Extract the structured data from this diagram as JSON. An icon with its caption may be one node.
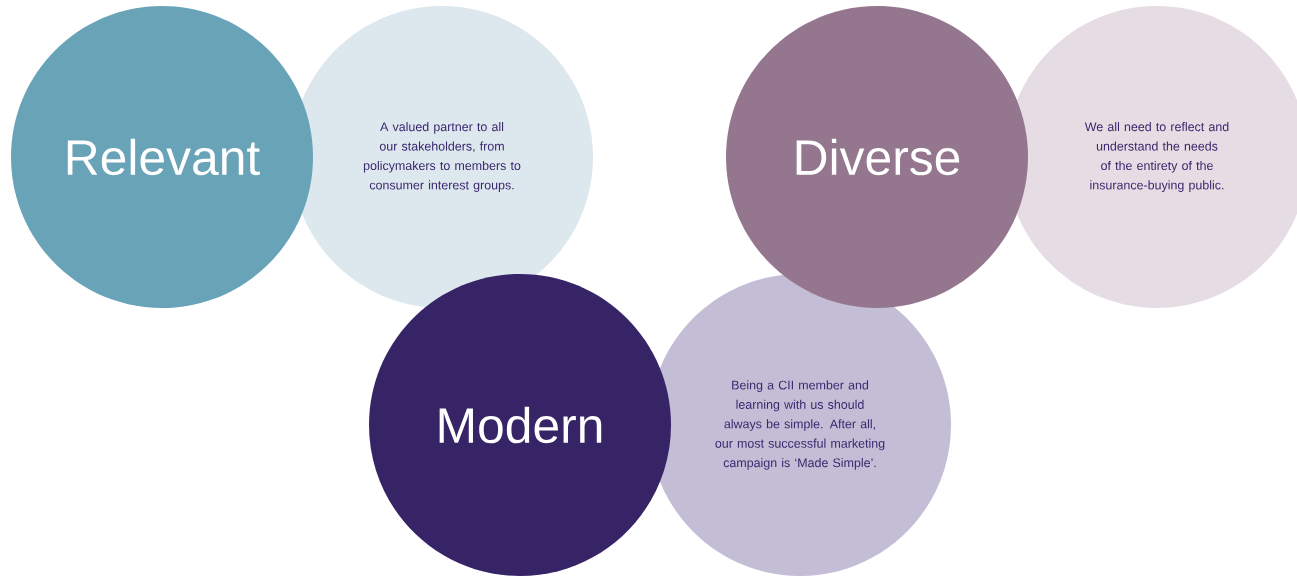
{
  "diagram": {
    "nodes": [
      {
        "text": [
          "Relevant"
        ]
      },
      {
        "text": [
          "A valued partner to all our stakeholders, from policymakers to members to consumer interest groups."
        ]
      },
      {
        "text": [
          "Diverse"
        ]
      },
      {
        "text": [
          "We all need to reflect and understand the needs of the entirety of the insurance-buying public."
        ]
      },
      {
        "text": [
          "Modern"
        ]
      },
      {
        "text": [
          "Being a CII member and learning with us should always be simple. After all, our most successful marketing campaign is ‘Made Simple’."
        ]
      }
    ]
  }
}
